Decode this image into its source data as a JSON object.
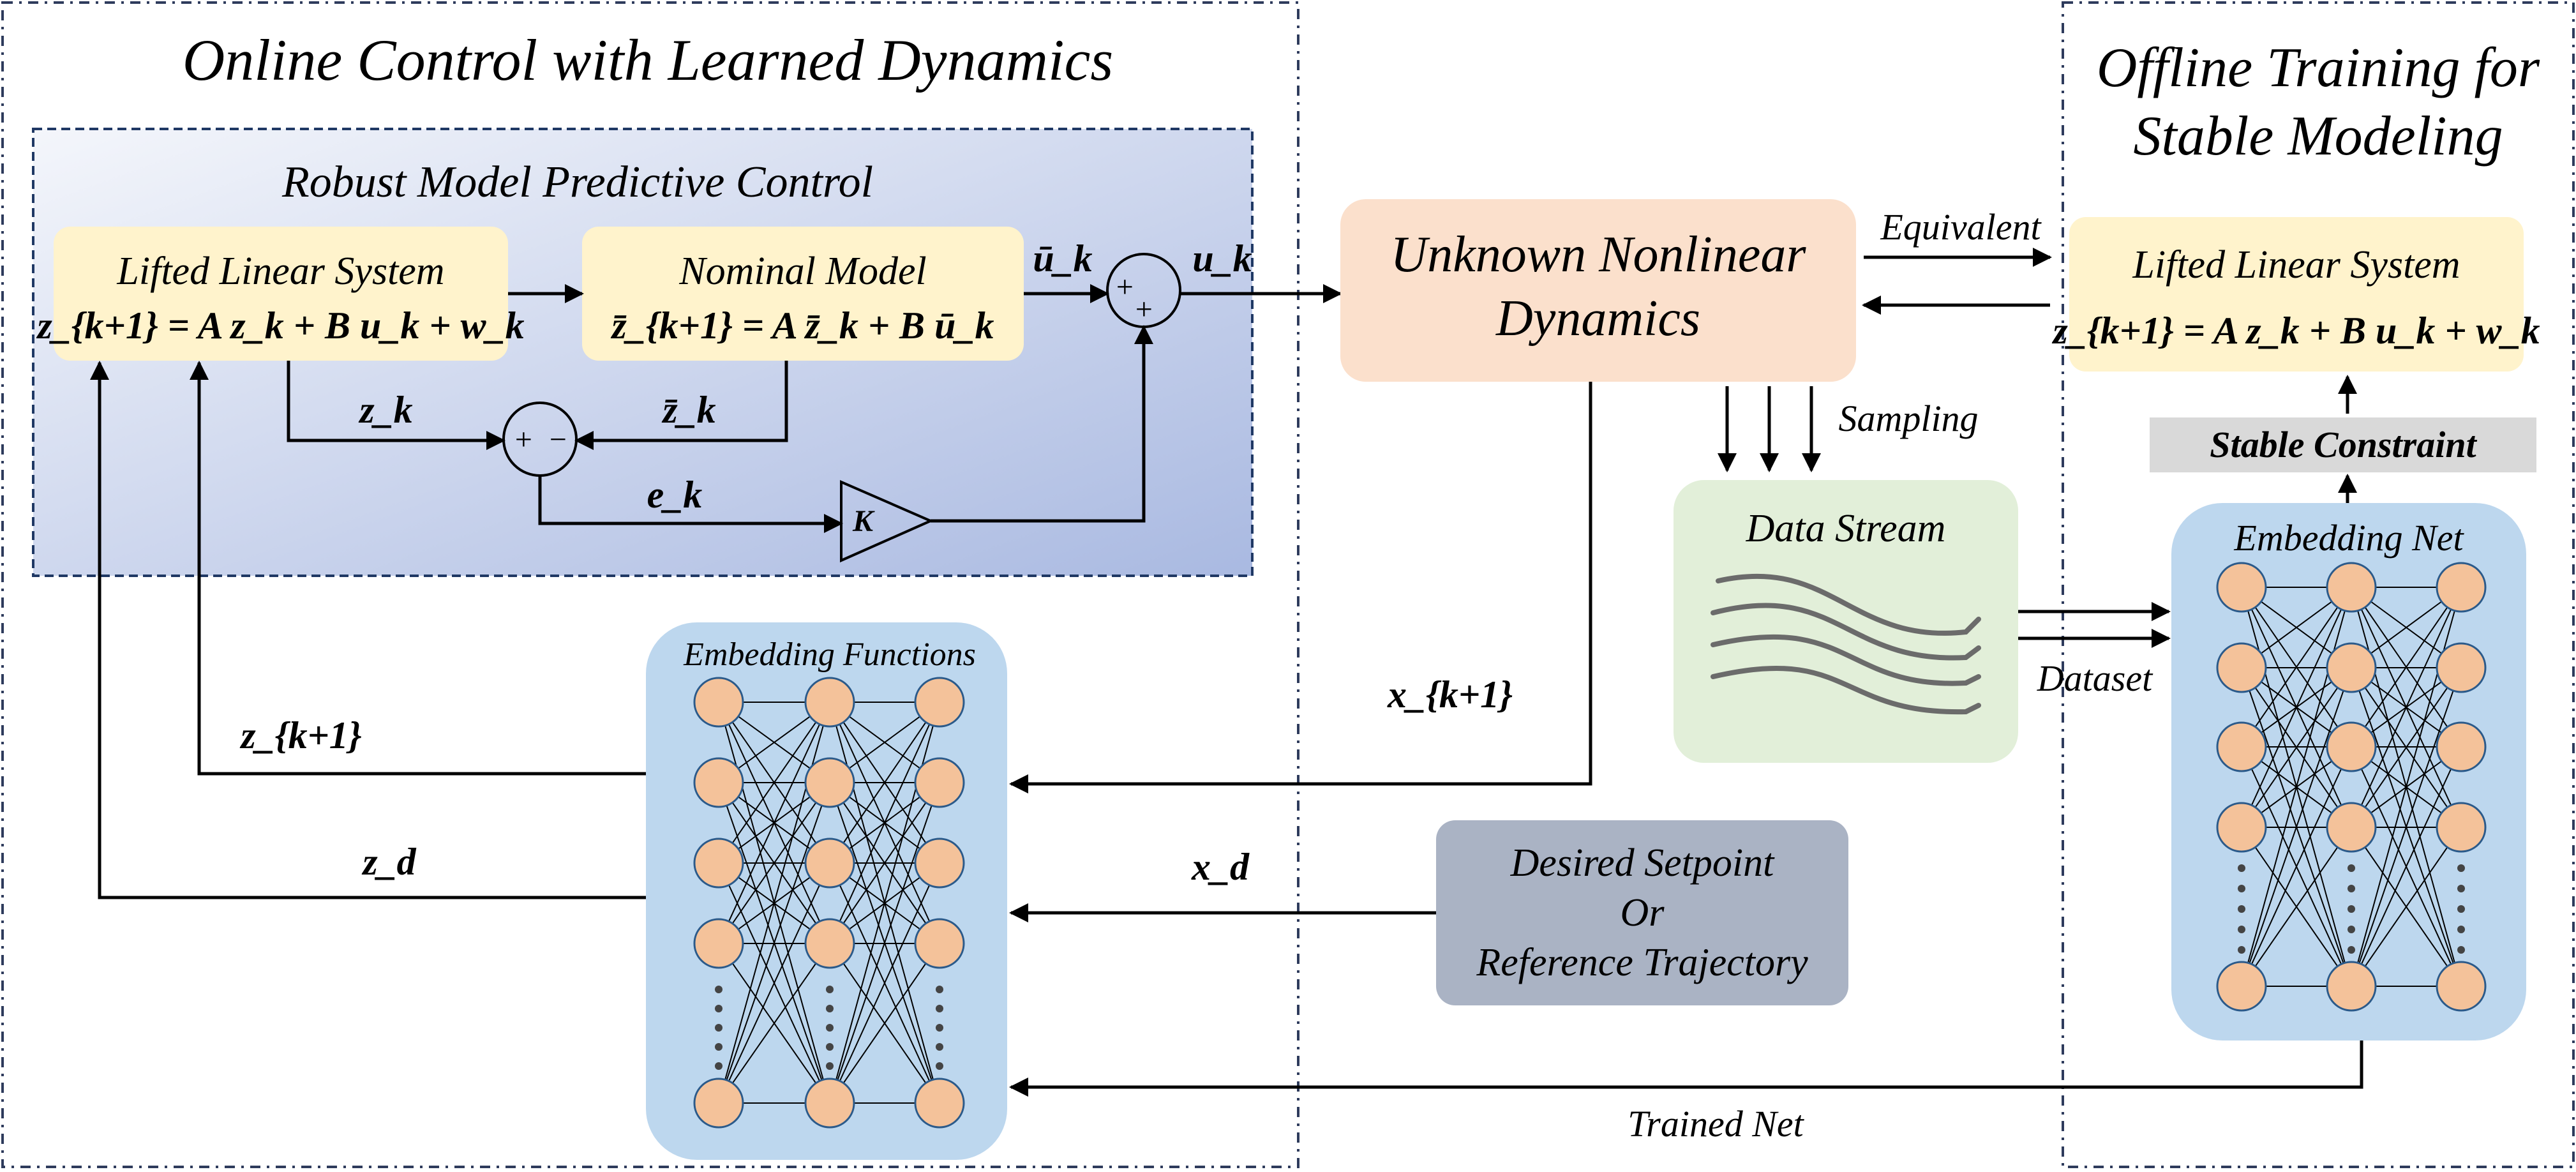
{
  "panels": {
    "online_title": "Online Control with Learned Dynamics",
    "offline_title_line1": "Offline Training for",
    "offline_title_line2": "Stable Modeling",
    "rmpc_title": "Robust Model Predictive Control"
  },
  "blocks": {
    "lifted_title": "Lifted Linear System",
    "lifted_eq": "z_{k+1} = A z_k + B u_k + w_k",
    "nominal_title": "Nominal Model",
    "nominal_eq": "z̄_{k+1} = A z̄_k + B ū_k",
    "gain_label": "K",
    "unknown_line1": "Unknown Nonlinear",
    "unknown_line2": "Dynamics",
    "data_stream": "Data Stream",
    "embedding_functions": "Embedding Functions",
    "desired_line1": "Desired Setpoint",
    "desired_line2": "Or",
    "desired_line3": "Reference Trajectory",
    "offline_lifted_title": "Lifted Linear System",
    "offline_lifted_eq": "z_{k+1} = A z_k + B u_k + w_k",
    "stable_constraint": "Stable Constraint",
    "embedding_net": "Embedding Net"
  },
  "signals": {
    "ubar_k": "ū_k",
    "u_k": "u_k",
    "z_k": "z_k",
    "zbar_k": "z̄_k",
    "e_k": "e_k",
    "z_k1": "z_{k+1}",
    "z_d": "z_d",
    "x_k1": "x_{k+1}",
    "x_d": "x_d",
    "sum1_plus_top": "+",
    "sum1_plus_bottom": "+",
    "sum2_plus": "+",
    "sum2_minus": "−"
  },
  "arrow_labels": {
    "equivalent": "Equivalent",
    "sampling": "Sampling",
    "dataset": "Dataset",
    "trained_net": "Trained Net"
  },
  "colors": {
    "lifted_fill": "#fff3cc",
    "unknown_fill": "#fbe0cc",
    "data_stream_fill": "#e2efd9",
    "embedding_fill": "#bdd7ee",
    "node_fill": "#f4c29a",
    "desired_fill": "#aab3c4",
    "stable_fill": "#d9d9d9",
    "rmpc_gradient_start": "#eef2f9",
    "rmpc_gradient_end": "#aab8e0",
    "dash_border": "#1f3864"
  }
}
